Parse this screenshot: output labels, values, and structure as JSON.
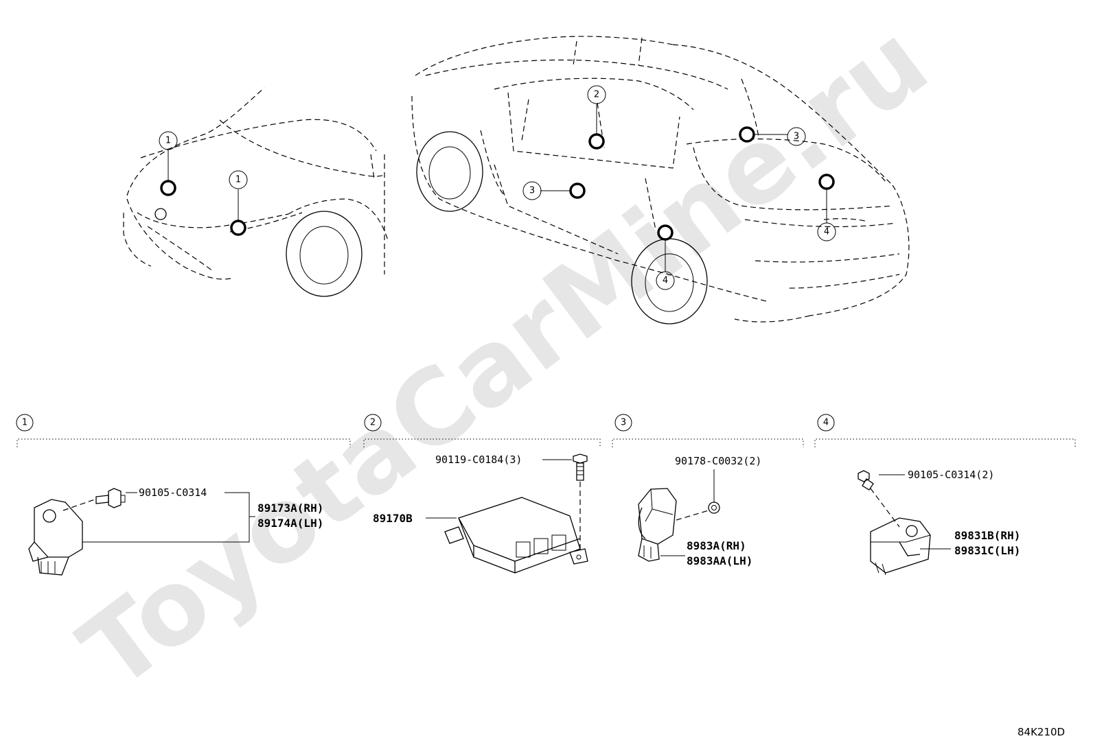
{
  "watermark": "ToyotaCarMine.ru",
  "diagram_code": "84K210D",
  "callouts": {
    "c1": "1",
    "c2": "2",
    "c3": "3",
    "c4": "4"
  },
  "sections": [
    {
      "number": "1",
      "parts": {
        "bolt": "90105-C0314",
        "sensor_rh": "89173A(RH)",
        "sensor_lh": "89174A(LH)"
      }
    },
    {
      "number": "2",
      "parts": {
        "bolt": "90119-C0184(3)",
        "module": "89170B"
      }
    },
    {
      "number": "3",
      "parts": {
        "nut": "90178-C0032(2)",
        "sensor_rh": "8983A(RH)",
        "sensor_lh": "8983AA(LH)"
      }
    },
    {
      "number": "4",
      "parts": {
        "bolt": "90105-C0314(2)",
        "sensor_rh": "89831B(RH)",
        "sensor_lh": "89831C(LH)"
      }
    }
  ]
}
